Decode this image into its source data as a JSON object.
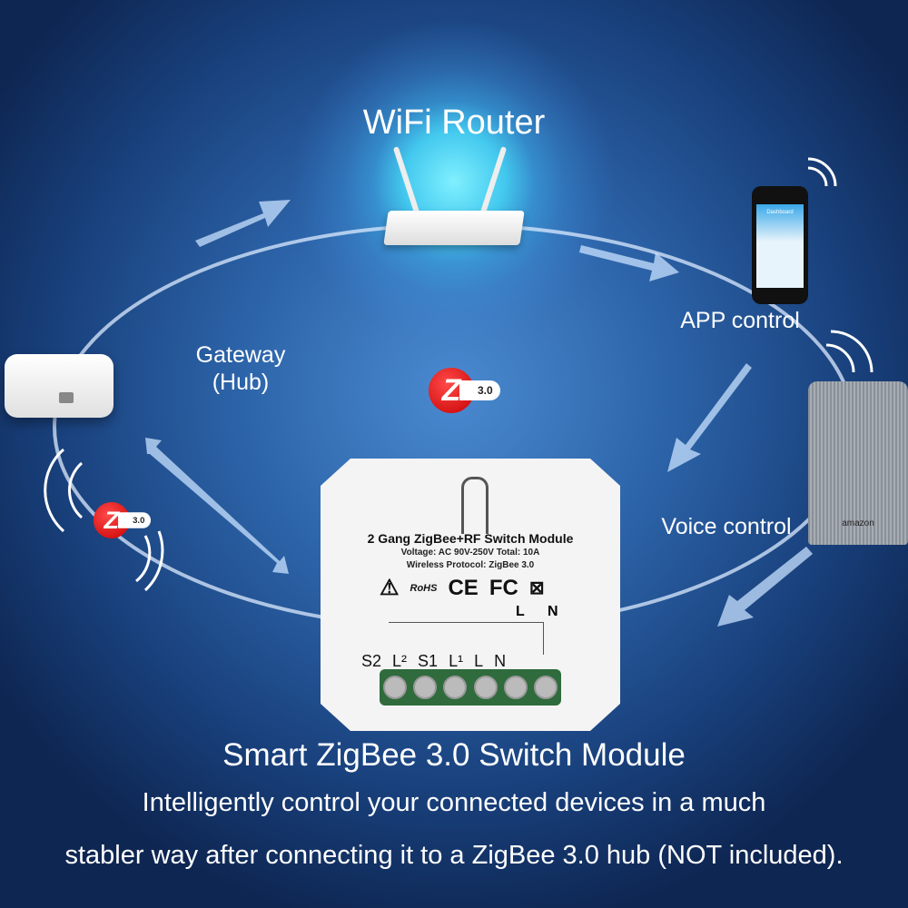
{
  "title": "WiFi Router",
  "labels": {
    "app": "APP control",
    "gateway": "Gateway\n(Hub)",
    "voice": "Voice control"
  },
  "zigbee_badge": {
    "letter": "Z",
    "version": "3.0"
  },
  "phone_screen": "Dashboard",
  "speaker_brand": "amazon",
  "module": {
    "name": "2 Gang ZigBee+RF Switch Module",
    "voltage": "Voltage: AC 90V-250V   Total: 10A",
    "protocol": "Wireless Protocol: ZigBee 3.0",
    "certs": [
      "RoHS",
      "CE",
      "FC"
    ],
    "wiring_top": [
      "L",
      "N"
    ],
    "terminals": [
      "S2",
      "L²",
      "S1",
      "L¹",
      "L",
      "N"
    ]
  },
  "footer": {
    "headline": "Smart ZigBee 3.0 Switch Module",
    "line1": "Intelligently control your connected devices in a much",
    "line2": "stabler way after connecting it to a ZigBee 3.0 hub (NOT included)."
  },
  "colors": {
    "bg": "#2c63a8",
    "zigbee": "#c80000",
    "terminal_block": "#2f6b3c"
  }
}
